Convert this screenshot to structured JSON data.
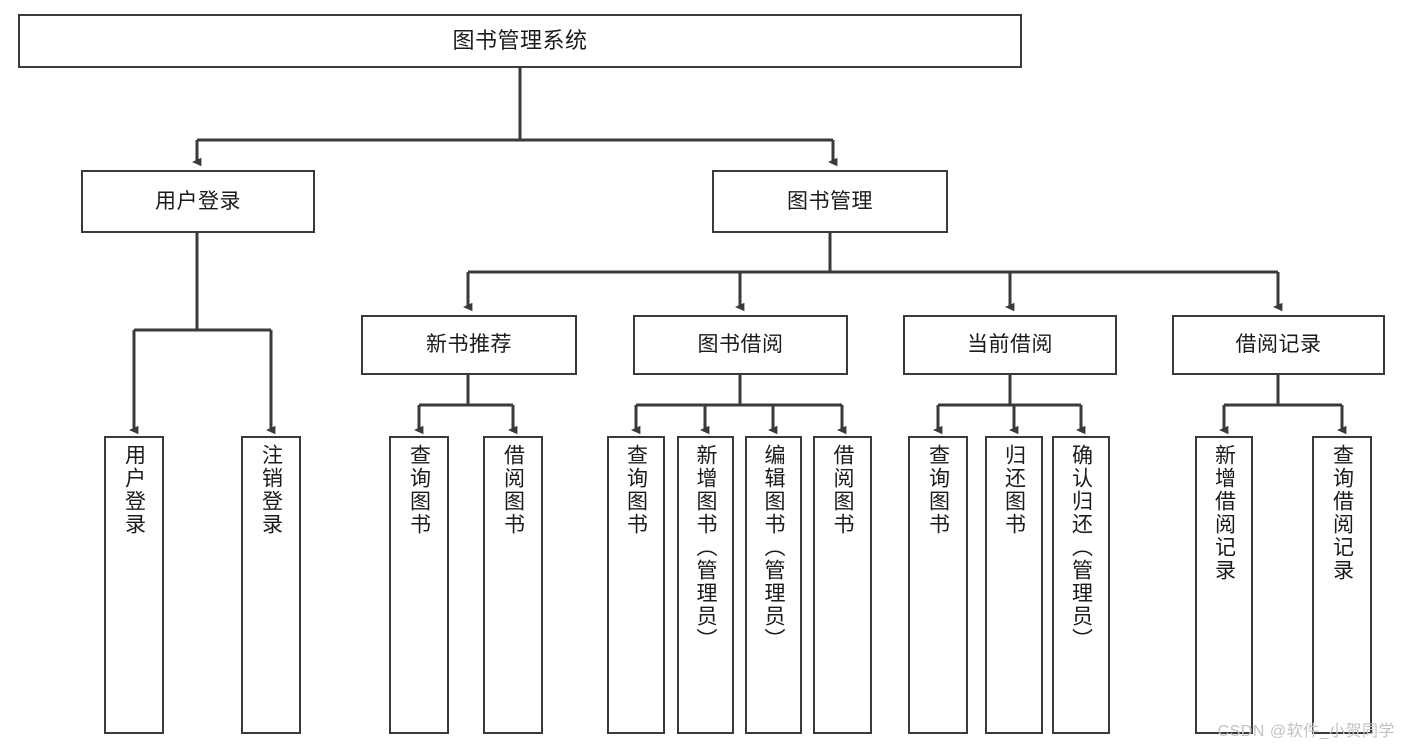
{
  "diagram": {
    "title": "图书管理系统",
    "type": "hierarchy-tree",
    "watermark": "CSDN @软件_小贺同学",
    "colors": {
      "stroke": "#3a3a3a",
      "fill": "#ffffff",
      "text": "#1b1b1b",
      "watermark": "#c2c2c2"
    },
    "levels": [
      {
        "level": 1,
        "nodes": [
          {
            "id": "root",
            "label": "图书管理系统",
            "orientation": "horizontal"
          }
        ]
      },
      {
        "level": 2,
        "nodes": [
          {
            "id": "user-login",
            "label": "用户登录",
            "orientation": "horizontal"
          },
          {
            "id": "book-manage",
            "label": "图书管理",
            "orientation": "horizontal"
          }
        ]
      },
      {
        "level": 3,
        "nodes": [
          {
            "id": "new-book-rec",
            "label": "新书推荐",
            "orientation": "horizontal"
          },
          {
            "id": "book-borrow",
            "label": "图书借阅",
            "orientation": "horizontal"
          },
          {
            "id": "current-borrow",
            "label": "当前借阅",
            "orientation": "horizontal"
          },
          {
            "id": "borrow-record",
            "label": "借阅记录",
            "orientation": "horizontal"
          }
        ]
      },
      {
        "level": 4,
        "nodes": [
          {
            "id": "leaf-user-login",
            "label": "用户登录",
            "orientation": "vertical",
            "parent": "user-login"
          },
          {
            "id": "leaf-logout",
            "label": "注销登录",
            "orientation": "vertical",
            "parent": "user-login"
          },
          {
            "id": "leaf-query-book-1",
            "label": "查询图书",
            "orientation": "vertical",
            "parent": "new-book-rec"
          },
          {
            "id": "leaf-borrow-book-1",
            "label": "借阅图书",
            "orientation": "vertical",
            "parent": "new-book-rec"
          },
          {
            "id": "leaf-query-book-2",
            "label": "查询图书",
            "orientation": "vertical",
            "parent": "book-borrow"
          },
          {
            "id": "leaf-add-book",
            "label": "新增图书（管理员）",
            "orientation": "vertical",
            "parent": "book-borrow"
          },
          {
            "id": "leaf-edit-book",
            "label": "编辑图书（管理员）",
            "orientation": "vertical",
            "parent": "book-borrow"
          },
          {
            "id": "leaf-borrow-book-2",
            "label": "借阅图书",
            "orientation": "vertical",
            "parent": "book-borrow"
          },
          {
            "id": "leaf-query-book-3",
            "label": "查询图书",
            "orientation": "vertical",
            "parent": "current-borrow"
          },
          {
            "id": "leaf-return-book",
            "label": "归还图书",
            "orientation": "vertical",
            "parent": "current-borrow"
          },
          {
            "id": "leaf-confirm-return",
            "label": "确认归还（管理员）",
            "orientation": "vertical",
            "parent": "current-borrow"
          },
          {
            "id": "leaf-add-record",
            "label": "新增借阅记录",
            "orientation": "vertical",
            "parent": "borrow-record"
          },
          {
            "id": "leaf-query-record",
            "label": "查询借阅记录",
            "orientation": "vertical",
            "parent": "borrow-record"
          }
        ]
      }
    ]
  }
}
